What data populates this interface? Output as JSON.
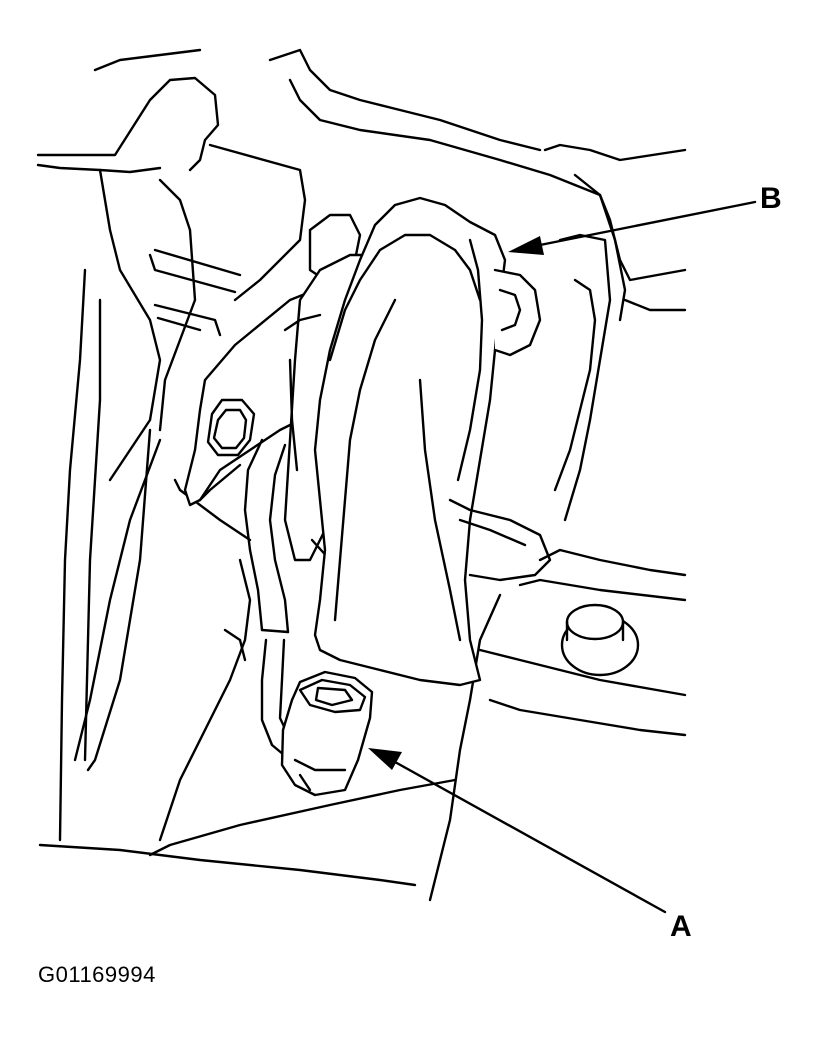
{
  "callouts": {
    "a": {
      "label": "A"
    },
    "b": {
      "label": "B"
    }
  },
  "figure_id": "G01169994",
  "colors": {
    "ink": "#000000",
    "paper": "#ffffff"
  }
}
